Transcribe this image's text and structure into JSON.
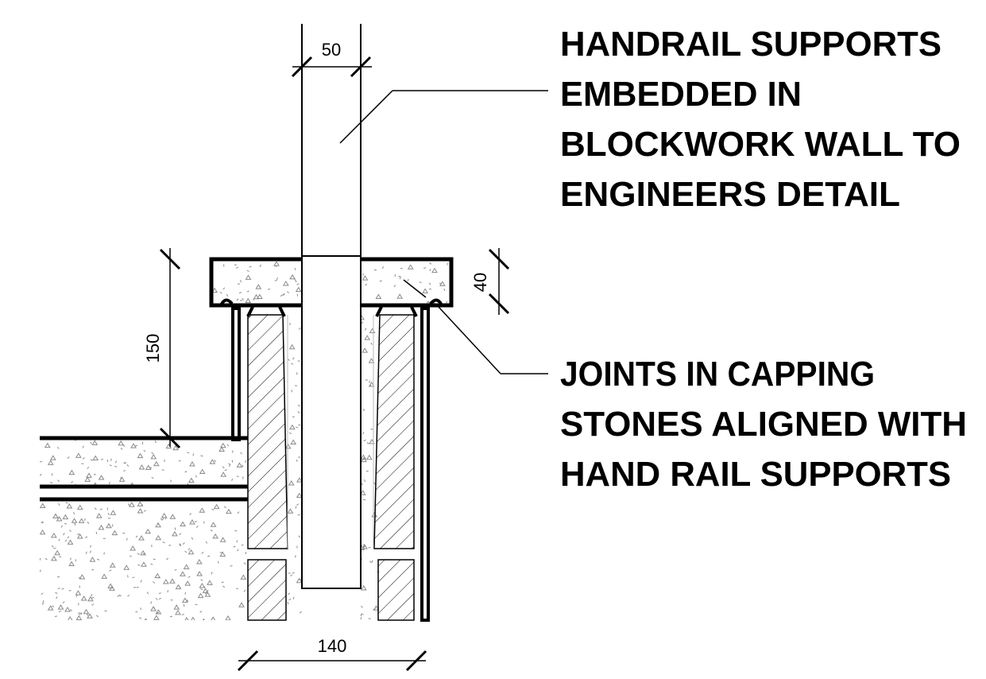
{
  "drawing": {
    "dimensions": {
      "post_width": "50",
      "upright_height": "150",
      "capping_thickness": "40",
      "wall_width": "140"
    },
    "notes": {
      "handrail": [
        "HANDRAIL SUPPORTS",
        "EMBEDDED IN",
        "BLOCKWORK WALL TO",
        "ENGINEERS DETAIL"
      ],
      "joints": [
        "JOINTS IN CAPPING",
        "STONES ALIGNED WITH",
        "HAND RAIL SUPPORTS"
      ]
    }
  }
}
